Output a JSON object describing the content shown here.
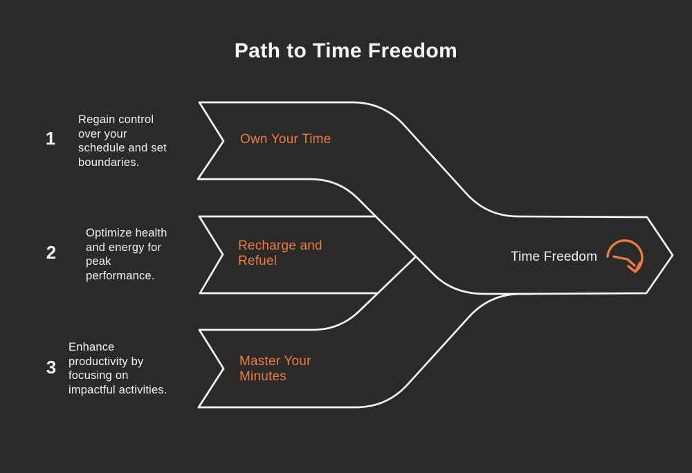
{
  "title": "Path to Time Freedom",
  "colors": {
    "background": "#2b2a29",
    "line": "#f7f6f5",
    "accent_orange": "#ec7a43",
    "text": "#f3f2f1"
  },
  "steps": [
    {
      "number": "1",
      "description": "Regain control\nover your\nschedule and set\nboundaries.",
      "label": "Own Your Time"
    },
    {
      "number": "2",
      "description": "Optimize health\nand energy for\npeak\nperformance.",
      "label": "Recharge and\nRefuel"
    },
    {
      "number": "3",
      "description": "Enhance\nproductivity by\nfocusing on\nimpactful activities.",
      "label": "Master Your\nMinutes"
    }
  ],
  "result": {
    "label": "Time Freedom",
    "icon": "clock-countdown-icon"
  }
}
